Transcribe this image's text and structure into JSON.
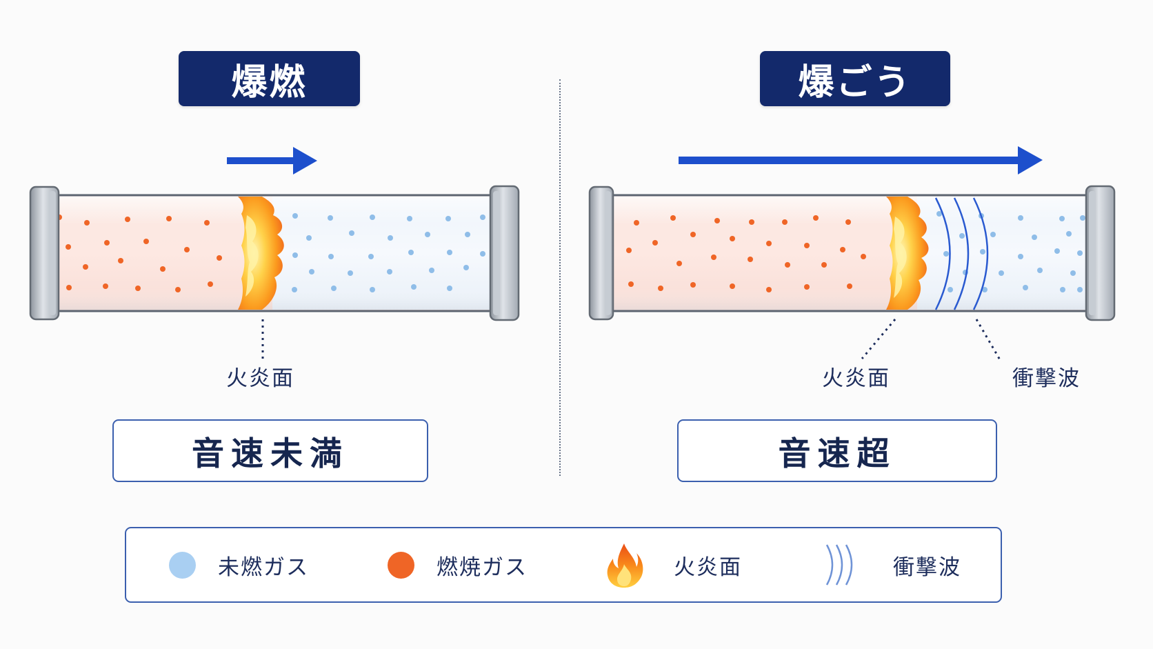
{
  "panels": {
    "deflagration": {
      "title": "爆燃",
      "flame_front_label": "火炎面",
      "speed_label": "音速未満"
    },
    "detonation": {
      "title": "爆ごう",
      "flame_front_label": "火炎面",
      "shock_wave_label": "衝撃波",
      "speed_label": "音速超"
    }
  },
  "legend": {
    "unburned_gas": "未燃ガス",
    "burned_gas": "燃焼ガス",
    "flame_front": "火炎面",
    "shock_wave": "衝撃波"
  },
  "colors": {
    "title_bg": "#13296b",
    "arrow": "#1d4fcc",
    "burned_particle": "#ef6526",
    "unburned_particle": "#a9cff2",
    "box_border": "#3b5fae"
  },
  "icons": {
    "direction": "arrow-right-icon",
    "flame": "flame-icon",
    "shock": "shock-wave-icon"
  }
}
